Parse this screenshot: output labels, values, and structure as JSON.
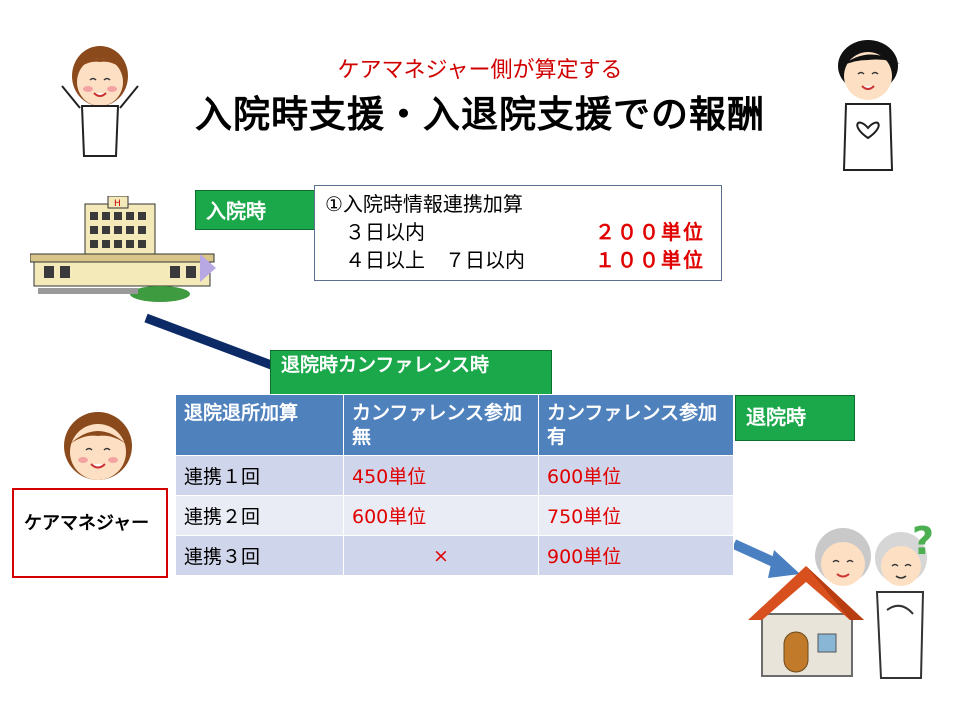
{
  "header": {
    "subtitle": "ケアマネジャー側が算定する",
    "title": "入院時支援・入退院支援での報酬"
  },
  "admission": {
    "label": "入院時",
    "item_title": "①入院時情報連携加算",
    "rows": [
      {
        "period": "３日以内",
        "value": "２００単位"
      },
      {
        "period": "４日以上　７日以内",
        "value": "１００単位"
      }
    ]
  },
  "conference_label": "退院時カンファレンス時",
  "discharge_label": "退院時",
  "table": {
    "headers": [
      "退院退所加算",
      "カンファレンス参加無",
      "カンファレンス参加有"
    ],
    "rows": [
      [
        "連携１回",
        "450単位",
        "600単位"
      ],
      [
        "連携２回",
        "600単位",
        "750単位"
      ],
      [
        "連携３回",
        "×",
        "900単位"
      ]
    ]
  },
  "care_manager_label": "ケアマネジャー",
  "colors": {
    "accent_red": "#e10000",
    "label_green": "#1aa84a",
    "table_header": "#4f81bd",
    "arrow_navy": "#0c2a66",
    "arrow_blue": "#4a7fc1"
  },
  "icons": [
    "nurse-illustration",
    "helper-illustration",
    "hospital-illustration",
    "care-manager-face",
    "house-illustration",
    "elderly-couple-illustration",
    "question-mark-icon"
  ]
}
